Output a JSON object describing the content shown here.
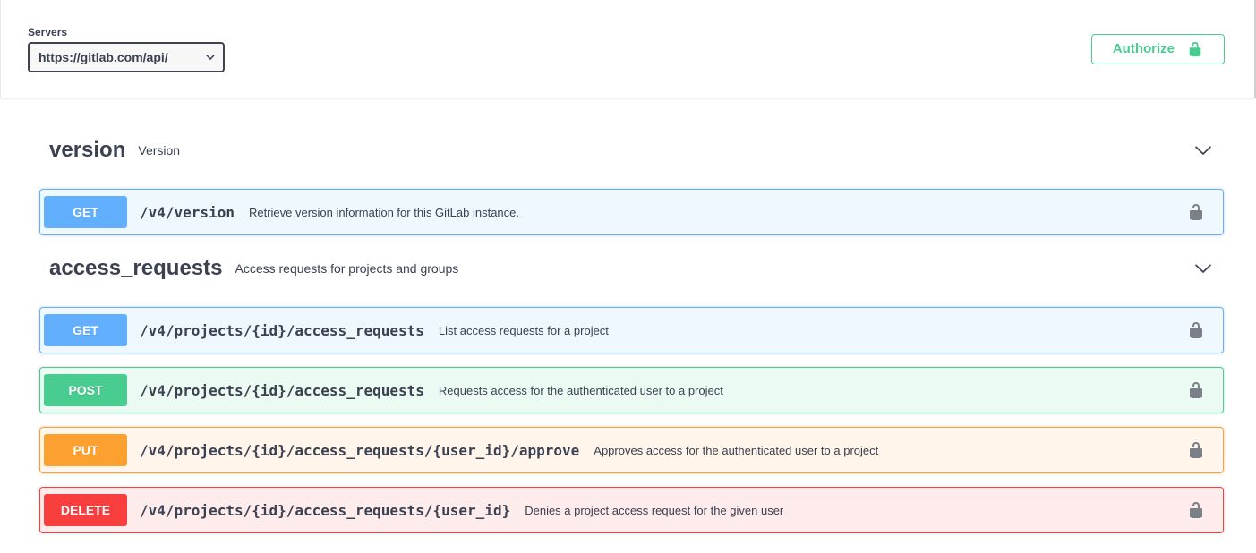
{
  "topbar": {
    "servers_label": "Servers",
    "server_url": "https://gitlab.com/api/",
    "authorize_label": "Authorize"
  },
  "sections": [
    {
      "title": "version",
      "subtitle": "Version",
      "operations": [
        {
          "method": "GET",
          "path": "/v4/version",
          "description": "Retrieve version information for this GitLab instance."
        }
      ]
    },
    {
      "title": "access_requests",
      "subtitle": "Access requests for projects and groups",
      "operations": [
        {
          "method": "GET",
          "path": "/v4/projects/{id}/access_requests",
          "description": "List access requests for a project"
        },
        {
          "method": "POST",
          "path": "/v4/projects/{id}/access_requests",
          "description": "Requests access for the authenticated user to a project"
        },
        {
          "method": "PUT",
          "path": "/v4/projects/{id}/access_requests/{user_id}/approve",
          "description": "Approves access for the authenticated user to a project"
        },
        {
          "method": "DELETE",
          "path": "/v4/projects/{id}/access_requests/{user_id}",
          "description": "Denies a project access request for the given user"
        }
      ]
    }
  ],
  "colors": {
    "get": "#61affe",
    "post": "#49cc90",
    "put": "#fca130",
    "delete": "#f93e3e",
    "authorize_green": "#49cc90",
    "heading_text": "#3b4151",
    "lock_gray": "#7b7f87"
  }
}
